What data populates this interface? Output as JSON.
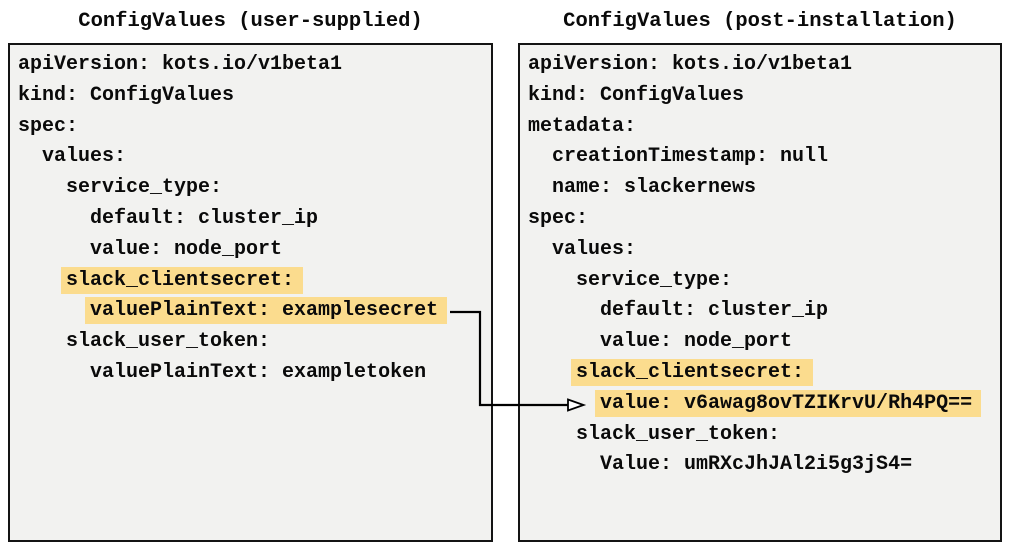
{
  "figure": {
    "left": {
      "title": "ConfigValues (user-supplied)",
      "lines": [
        {
          "indent": "",
          "text": "apiVersion: kots.io/v1beta1",
          "highlight": false
        },
        {
          "indent": "",
          "text": "kind: ConfigValues",
          "highlight": false
        },
        {
          "indent": "",
          "text": "spec:",
          "highlight": false
        },
        {
          "indent": "  ",
          "text": "values:",
          "highlight": false
        },
        {
          "indent": "    ",
          "text": "service_type:",
          "highlight": false
        },
        {
          "indent": "      ",
          "text": "default: cluster_ip",
          "highlight": false
        },
        {
          "indent": "      ",
          "text": "value: node_port",
          "highlight": false
        },
        {
          "indent": "    ",
          "text": "slack_clientsecret:",
          "highlight": true
        },
        {
          "indent": "      ",
          "text": "valuePlainText: examplesecret",
          "highlight": true
        },
        {
          "indent": "    ",
          "text": "slack_user_token:",
          "highlight": false
        },
        {
          "indent": "      ",
          "text": "valuePlainText: exampletoken",
          "highlight": false
        }
      ]
    },
    "right": {
      "title": "ConfigValues (post-installation)",
      "lines": [
        {
          "indent": "",
          "text": "apiVersion: kots.io/v1beta1",
          "highlight": false
        },
        {
          "indent": "",
          "text": "kind: ConfigValues",
          "highlight": false
        },
        {
          "indent": "",
          "text": "metadata:",
          "highlight": false
        },
        {
          "indent": "  ",
          "text": "creationTimestamp: null",
          "highlight": false
        },
        {
          "indent": "  ",
          "text": "name: slackernews",
          "highlight": false
        },
        {
          "indent": "",
          "text": "spec:",
          "highlight": false
        },
        {
          "indent": "  ",
          "text": "values:",
          "highlight": false
        },
        {
          "indent": "    ",
          "text": "service_type:",
          "highlight": false
        },
        {
          "indent": "      ",
          "text": "default: cluster_ip",
          "highlight": false
        },
        {
          "indent": "      ",
          "text": "value: node_port",
          "highlight": false
        },
        {
          "indent": "    ",
          "text": "slack_clientsecret:",
          "highlight": true
        },
        {
          "indent": "      ",
          "text": "value: v6awag8ovTZIKrvU/Rh4PQ==",
          "highlight": true
        },
        {
          "indent": "    ",
          "text": "slack_user_token:",
          "highlight": false
        },
        {
          "indent": "      ",
          "text": "Value: umRXcJhJAl2i5g3jS4=",
          "highlight": false
        }
      ]
    },
    "colors": {
      "highlight": "#fbdc8e",
      "panel_background": "#f2f2f0",
      "panel_border": "#141414",
      "text": "#0a0a0a",
      "arrow": "#000000"
    }
  }
}
